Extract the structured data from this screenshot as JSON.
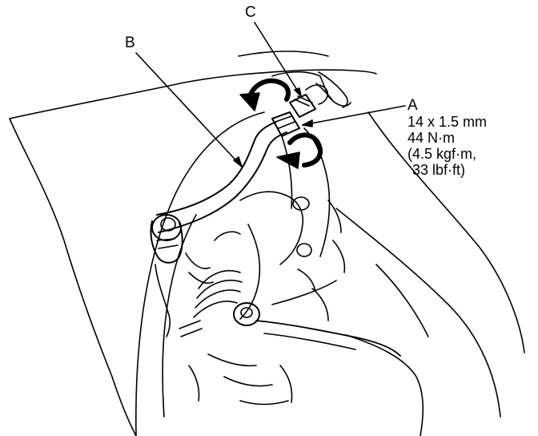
{
  "labels": {
    "a": "A",
    "b": "B",
    "c": "C"
  },
  "spec": {
    "size": "14 x 1.5 mm",
    "torque_nm": "44 N·m",
    "torque_kgf": "(4.5 kgf·m,",
    "torque_lbf": "33 lbf·ft)"
  },
  "colors": {
    "ink": "#000000",
    "paper": "#ffffff"
  }
}
